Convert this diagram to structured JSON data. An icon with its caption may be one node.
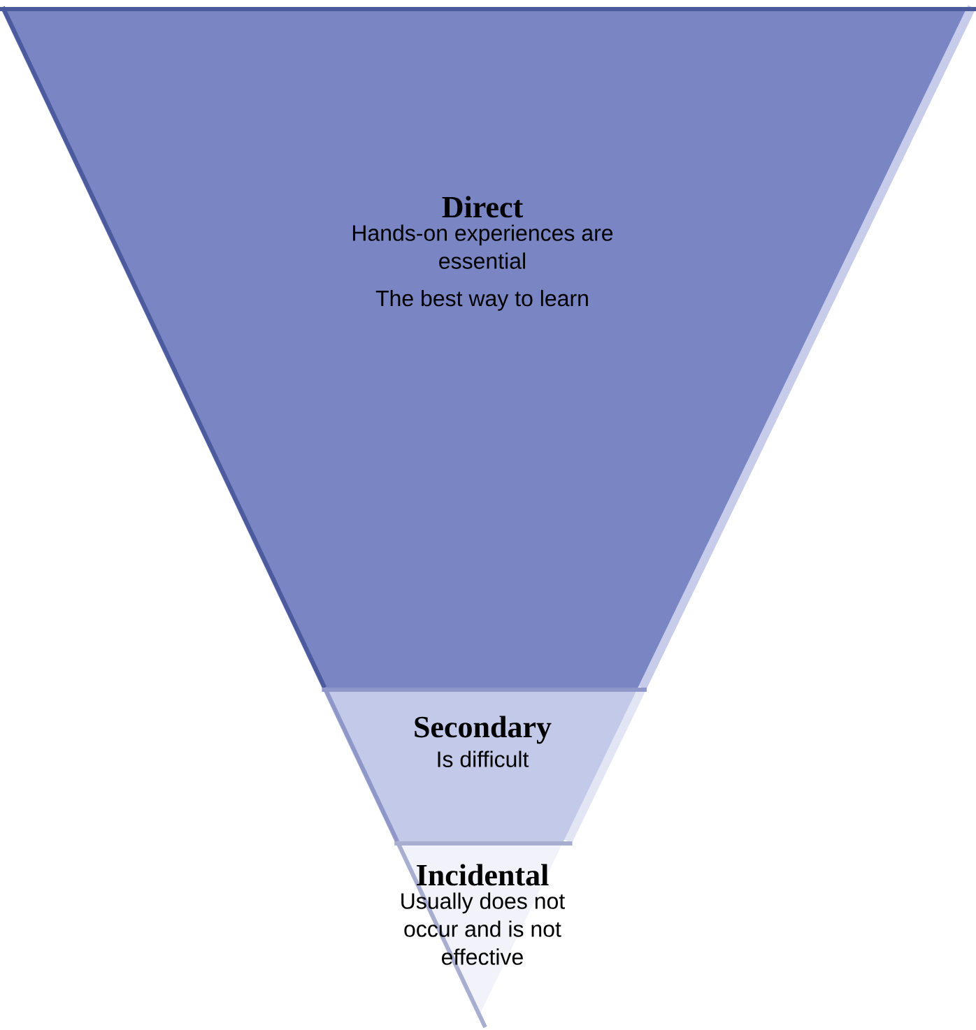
{
  "diagram": {
    "nodes": [
      {
        "text": [
          "Direct",
          "Hands-on experiences are essential",
          "The best way to learn"
        ]
      },
      {
        "text": [
          "Secondary",
          "Is difficult"
        ]
      },
      {
        "text": [
          "Incidental",
          "Usually does not occur and is not effective"
        ]
      }
    ]
  }
}
